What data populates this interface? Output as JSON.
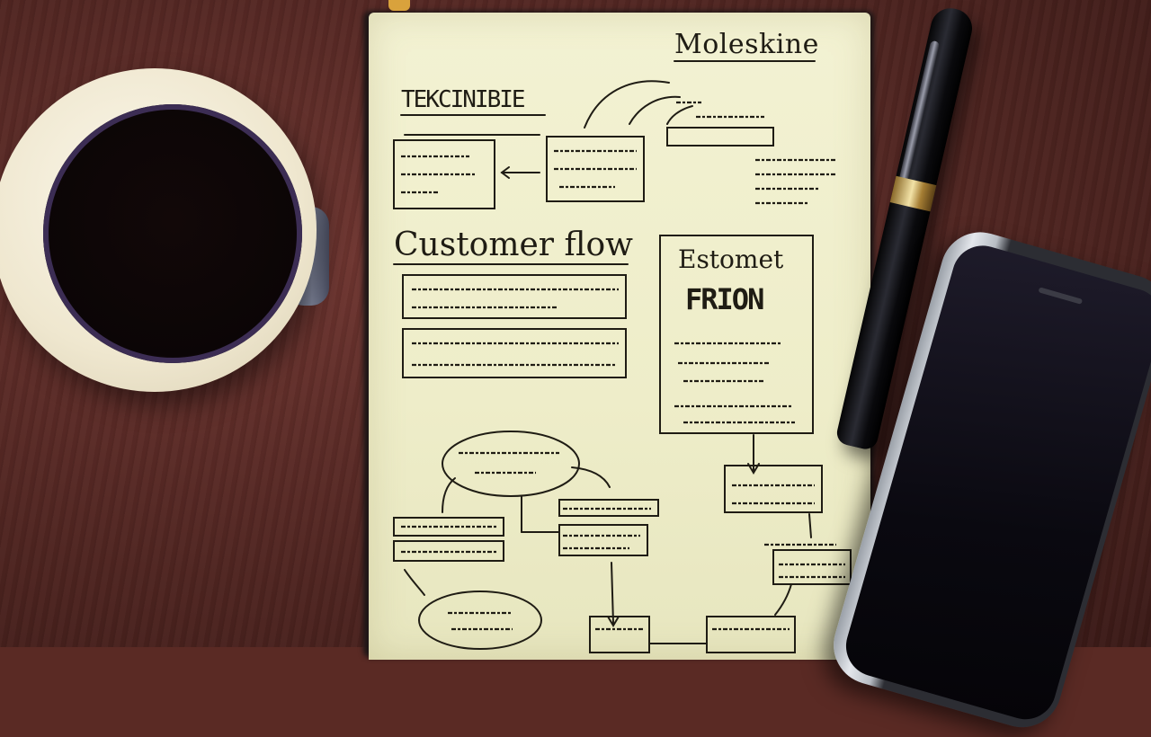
{
  "scene": "flat-lay desk with notebook, coffee, pen and phone",
  "notebook": {
    "brand": "Moleskine",
    "header_title": "TEKCINIBIE",
    "main_heading": "Customer flow",
    "box_heading_1": "Estomet",
    "box_heading_2": "FRION"
  },
  "colors": {
    "desk": "#5a2a24",
    "paper": "#f1f0cf",
    "ink": "#1f1c14",
    "pen_band": "#d9b86a"
  },
  "icons": [
    "coffee-mug-icon",
    "pen-icon",
    "smartphone-icon",
    "notebook-icon"
  ]
}
